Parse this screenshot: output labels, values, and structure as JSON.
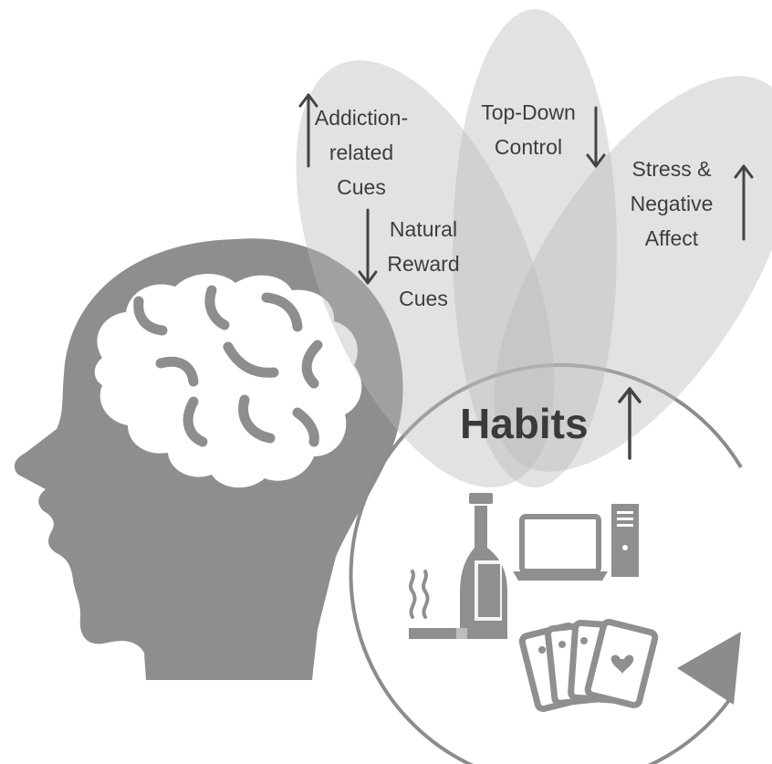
{
  "title": "Habits",
  "factors": [
    {
      "label_lines": [
        "Addiction-",
        "related",
        "Cues"
      ],
      "direction": "up"
    },
    {
      "label_lines": [
        "Natural",
        "Reward",
        "Cues"
      ],
      "direction": "down"
    },
    {
      "label_lines": [
        "Top-Down",
        "Control"
      ],
      "direction": "down"
    },
    {
      "label_lines": [
        "Stress &",
        "Negative",
        "Affect"
      ],
      "direction": "up"
    }
  ],
  "habits_direction": "up",
  "icons": [
    "head-brain-icon",
    "bottle-icon",
    "cigarette-icon",
    "computer-icon",
    "playing-cards-icon",
    "cycle-arrow-icon"
  ],
  "colors": {
    "head": "#8e8e8e",
    "brain": "#ffffff",
    "petal": "#cfcfcf",
    "text": "#3d3d3d",
    "icon": "#8f8f8f"
  }
}
